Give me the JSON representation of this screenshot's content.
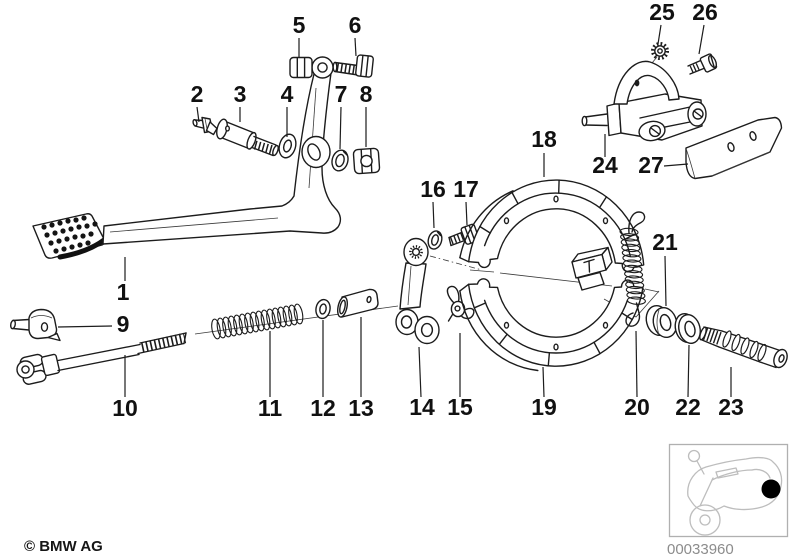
{
  "diagram": {
    "copyright": "© BMW AG",
    "diagram_number": "00033960",
    "part_numbers": [
      "1",
      "2",
      "3",
      "4",
      "5",
      "6",
      "7",
      "8",
      "9",
      "10",
      "11",
      "12",
      "13",
      "14",
      "15",
      "16",
      "17",
      "18",
      "19",
      "20",
      "21",
      "22",
      "23",
      "24",
      "25",
      "26",
      "27"
    ],
    "thumbnail": {
      "icon": "motorcycle-icon",
      "marker": "rear-wheel-highlight-dot"
    }
  },
  "colors": {
    "background": "#ffffff",
    "line": "#1c1c1c",
    "label_text": "#111111",
    "muted_text": "#8c8c8c",
    "thumbnail_border": "#b0b0b0",
    "thumbnail_line": "#bdbdbd",
    "highlight_dot": "#000000"
  }
}
